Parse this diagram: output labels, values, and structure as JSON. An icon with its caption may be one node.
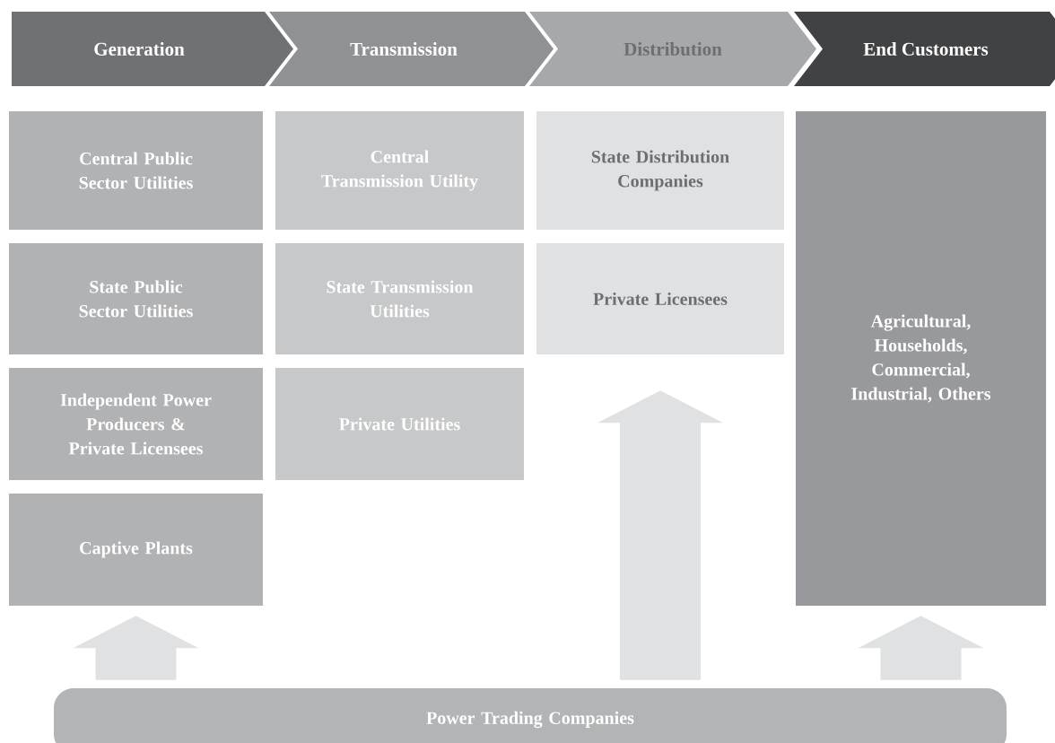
{
  "diagram": {
    "nodes": [
      {
        "text": [
          "Generation"
        ]
      },
      {
        "text": [
          "Transmission"
        ]
      },
      {
        "text": [
          "Distribution"
        ]
      },
      {
        "text": [
          "End Customers"
        ]
      },
      {
        "text": [
          "Central Public Sector Utilities"
        ]
      },
      {
        "text": [
          "State Public Sector Utilities"
        ]
      },
      {
        "text": [
          "Independent Power Producers & Private Licensees"
        ]
      },
      {
        "text": [
          "Captive Plants"
        ]
      },
      {
        "text": [
          "Central Transmission Utility"
        ]
      },
      {
        "text": [
          "State Transmission Utilities"
        ]
      },
      {
        "text": [
          "Private Utilities"
        ]
      },
      {
        "text": [
          "State Distribution Companies"
        ]
      },
      {
        "text": [
          "Private Licensees"
        ]
      },
      {
        "text": [
          "Agricultural, Households, Commercial, Industrial, Others"
        ]
      },
      {
        "text": [
          "Power Trading Companies"
        ]
      }
    ],
    "edges": [
      {
        "from": 14,
        "to": 7,
        "arrow": "to"
      },
      {
        "from": 14,
        "to": 12,
        "arrow": "to"
      },
      {
        "from": 14,
        "to": 13,
        "arrow": "to"
      }
    ]
  }
}
